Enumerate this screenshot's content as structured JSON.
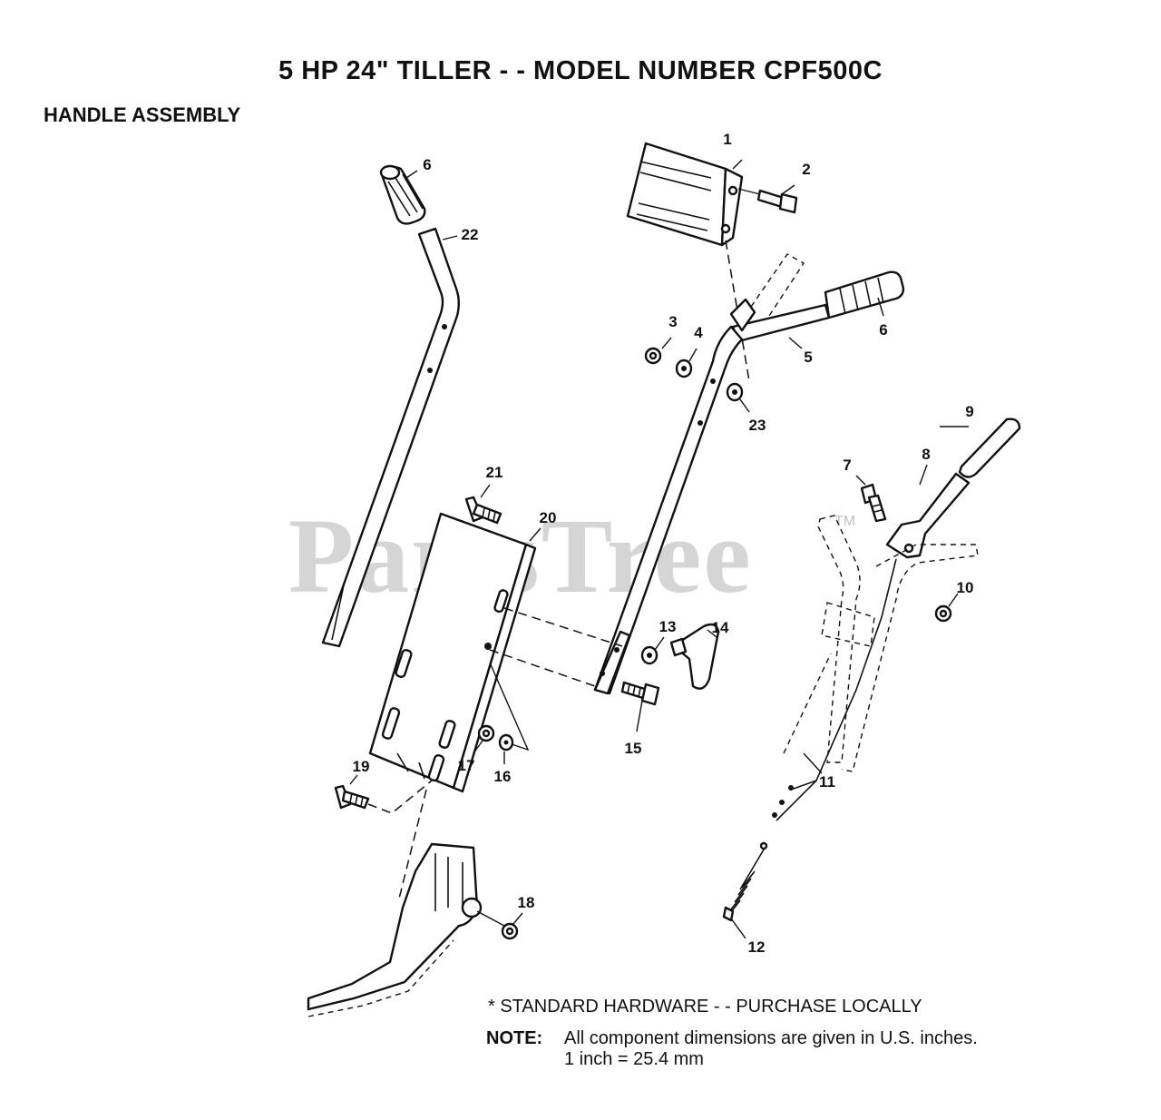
{
  "header": {
    "title": "5 HP 24\" TILLER - - MODEL NUMBER CPF500C",
    "subtitle": "HANDLE ASSEMBLY"
  },
  "watermark": {
    "text": "PartsTree",
    "tm": "TM"
  },
  "callouts": {
    "c1": "1",
    "c2": "2",
    "c3": "3",
    "c4": "4",
    "c5": "5",
    "c6a": "6",
    "c6b": "6",
    "c7": "7",
    "c8": "8",
    "c9": "9",
    "c10": "10",
    "c11": "11",
    "c12": "12",
    "c13": "13",
    "c14": "14",
    "c15": "15",
    "c16": "16",
    "c17": "17",
    "c18": "18",
    "c19": "19",
    "c20": "20",
    "c21": "21",
    "c22": "22",
    "c23": "23"
  },
  "footer": {
    "hardware": "* STANDARD HARDWARE - - PURCHASE LOCALLY",
    "note_label": "NOTE:",
    "note_text": "All component dimensions are given in U.S. inches.",
    "note_conversion": "1 inch = 25.4 mm"
  }
}
